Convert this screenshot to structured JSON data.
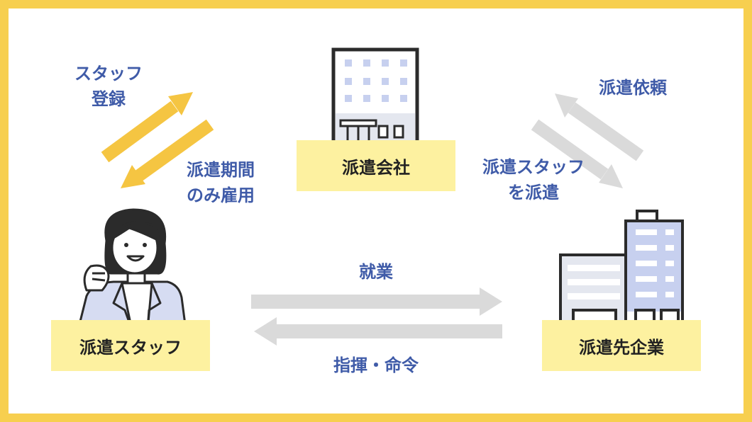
{
  "nodes": {
    "agency": {
      "label": "派遣会社",
      "box_color": "#fdf1a0"
    },
    "staff": {
      "label": "派遣スタッフ",
      "box_color": "#fdf1a0"
    },
    "client": {
      "label": "派遣先企業",
      "box_color": "#fdf1a0"
    }
  },
  "relations": {
    "staff_registration": "スタッフ\n登録",
    "fixed_term_employment": "派遣期間\nのみ雇用",
    "dispatch_request": "派遣依頼",
    "dispatch_staff": "派遣スタッフ\nを派遣",
    "work": "就業",
    "direction_orders": "指揮・命令"
  },
  "colors": {
    "border": "#f7cf4f",
    "arrow_yellow": "#f5c542",
    "arrow_gray": "#dadada",
    "text_blue": "#3f5ba8",
    "building_window": "#c7d0ef",
    "suit": "#d6dcf2"
  },
  "icons": [
    "office-building-icon",
    "business-person-icon",
    "company-buildings-icon"
  ]
}
